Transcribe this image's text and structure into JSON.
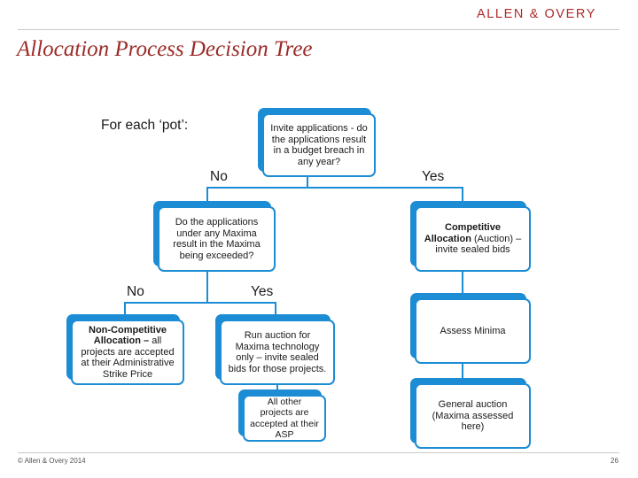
{
  "header": {
    "logo_text": "ALLEN & OVERY",
    "title": "Allocation Process Decision Tree"
  },
  "diagram": {
    "intro": "For each ‘pot’:",
    "root": "Invite applications - do the applications result in a budget breach in any year?",
    "root_no": "No",
    "root_yes": "Yes",
    "maxima_question": "Do the applications under any Maxima result in the Maxima being exceeded?",
    "maxima_no": "No",
    "maxima_yes": "Yes",
    "noncomp_bold": "Non-Competitive Allocation –",
    "noncomp_rest": " all projects are accepted at their Administrative Strike Price",
    "run_auction": "Run auction for Maxima technology only – invite sealed bids for those projects.",
    "all_other": "All other projects are accepted at their ASP",
    "competitive_bold": "Competitive Allocation",
    "competitive_rest": " (Auction) – invite sealed bids",
    "assess_minima": "Assess Minima",
    "general_auction": "General auction (Maxima assessed here)"
  },
  "footer": {
    "copyright": "© Allen & Overy 2014",
    "page_number": "26"
  },
  "colors": {
    "accent": "#1c8cd4",
    "title": "#9a2b28",
    "brand": "#b02a2a"
  }
}
